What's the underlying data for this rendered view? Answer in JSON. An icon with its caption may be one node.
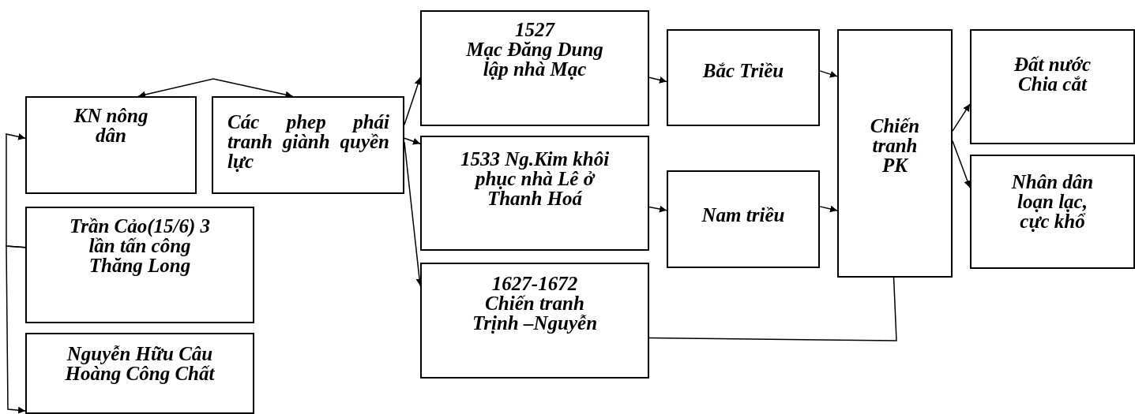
{
  "diagram": {
    "nodes": [
      {
        "text": [
          "KN nông dân"
        ]
      },
      {
        "text": [
          "Các phep phái tranh giành quyền lực"
        ]
      },
      {
        "text": [
          "Trần Cảo(15/6) 3 lần tấn công Thăng Long"
        ]
      },
      {
        "text": [
          "Nguyễn Hữu Câu Hoàng Công Chất"
        ]
      },
      {
        "text": [
          "1527",
          "Mạc Đăng Dung lập nhà Mạc"
        ]
      },
      {
        "text": [
          "1533 Ng.Kim khôi phục nhà Lê ở Thanh Hoá"
        ]
      },
      {
        "text": [
          "1627-1672",
          "Chiến tranh Trịnh –Nguyễn"
        ]
      },
      {
        "text": [
          "Bắc Triều"
        ]
      },
      {
        "text": [
          "Nam triều"
        ]
      },
      {
        "text": [
          "Chiến tranh PK"
        ]
      },
      {
        "text": [
          "Đất nước Chia cắt"
        ]
      },
      {
        "text": [
          "Nhân dân loạn lạc, cực khổ"
        ]
      }
    ],
    "edges": [
      {
        "from": null,
        "to": 0,
        "arrow": "to"
      },
      {
        "from": null,
        "to": 1,
        "arrow": "to"
      },
      {
        "from": 2,
        "to": 0,
        "arrow": "to"
      },
      {
        "from": 2,
        "to": 3,
        "arrow": "to"
      },
      {
        "from": 1,
        "to": 4,
        "arrow": "to"
      },
      {
        "from": 1,
        "to": 5,
        "arrow": "to"
      },
      {
        "from": 1,
        "to": 6,
        "arrow": "to"
      },
      {
        "from": 4,
        "to": 7,
        "arrow": "to"
      },
      {
        "from": 5,
        "to": 8,
        "arrow": "to"
      },
      {
        "from": 7,
        "to": 9,
        "arrow": "to"
      },
      {
        "from": 8,
        "to": 9,
        "arrow": "to"
      },
      {
        "from": 6,
        "to": 9,
        "arrow": "none"
      },
      {
        "from": 9,
        "to": 10,
        "arrow": "to"
      },
      {
        "from": 9,
        "to": 11,
        "arrow": "to"
      }
    ]
  }
}
